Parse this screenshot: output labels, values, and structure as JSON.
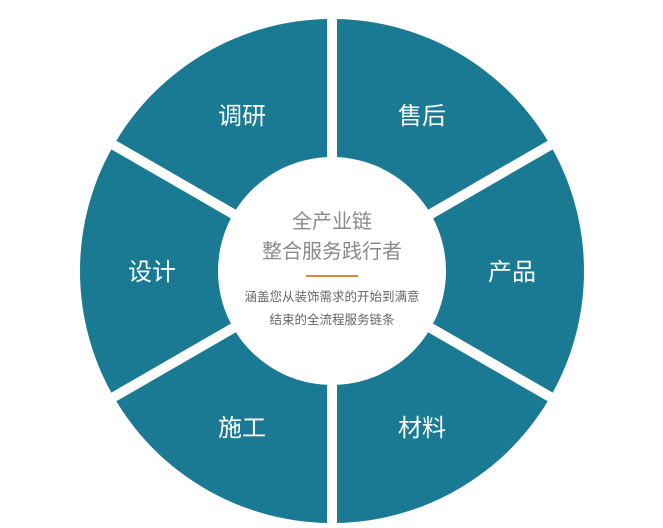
{
  "colors": {
    "segment": "#1a7a93",
    "divider": "#e8833a",
    "title": "#8a8a8a",
    "desc": "#666666",
    "background": "#ffffff"
  },
  "segments": [
    {
      "label": "售后",
      "angle": 30
    },
    {
      "label": "产品",
      "angle": 90
    },
    {
      "label": "材料",
      "angle": 150
    },
    {
      "label": "施工",
      "angle": 210
    },
    {
      "label": "设计",
      "angle": 270
    },
    {
      "label": "调研",
      "angle": 330
    }
  ],
  "center": {
    "title_line1": "全产业链",
    "title_line2": "整合服务践行者",
    "desc_line1": "涵盖您从装饰需求的开始到满意",
    "desc_line2": "结束的全流程服务链条"
  }
}
